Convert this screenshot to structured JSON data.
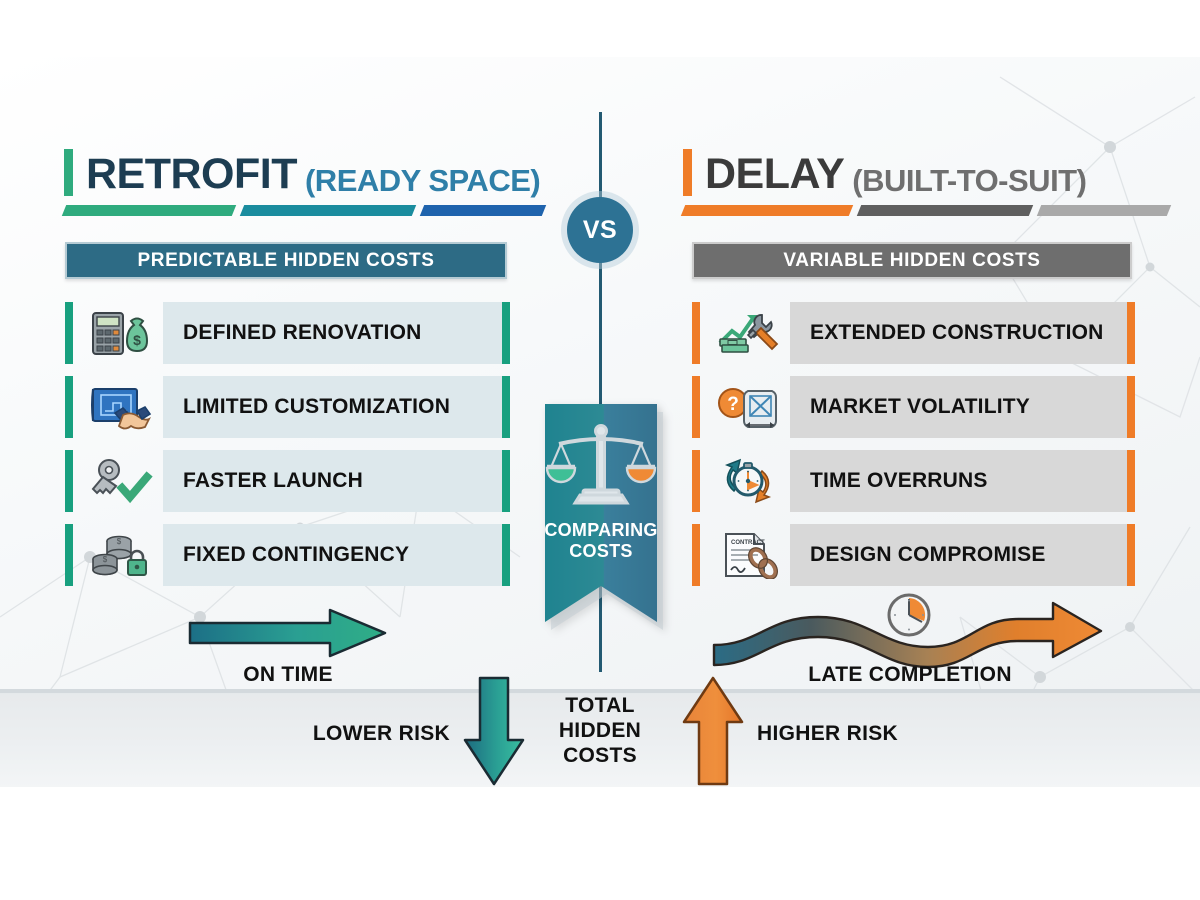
{
  "center": {
    "vs_label": "VS",
    "ribbon_line1": "COMPARING",
    "ribbon_line2": "COSTS",
    "total_line1": "TOTAL",
    "total_line2": "HIDDEN",
    "total_line3": "COSTS"
  },
  "left": {
    "title_main": "RETROFIT",
    "title_sub": "(READY SPACE)",
    "section_label": "PREDICTABLE HIDDEN COSTS",
    "items": [
      {
        "label": "DEFINED RENOVATION",
        "icon": "calculator-money-bag-icon"
      },
      {
        "label": "LIMITED CUSTOMIZATION",
        "icon": "blueprint-handshake-icon"
      },
      {
        "label": "FASTER LAUNCH",
        "icon": "key-checkmark-icon"
      },
      {
        "label": "FIXED CONTINGENCY",
        "icon": "coins-lock-icon"
      }
    ],
    "timeline_caption": "ON TIME",
    "risk_caption": "LOWER RISK",
    "accent": "#18a07f",
    "bar_color": "#2d6b85"
  },
  "right": {
    "title_main": "DELAY",
    "title_sub": "(BUILT-TO-SUIT)",
    "section_label": "VARIABLE HIDDEN COSTS",
    "items": [
      {
        "label": "EXTENDED CONSTRUCTION",
        "icon": "money-growth-tools-icon"
      },
      {
        "label": "MARKET VOLATILITY",
        "icon": "question-blueprint-icon"
      },
      {
        "label": "TIME OVERRUNS",
        "icon": "stopwatch-arrows-icon"
      },
      {
        "label": "DESIGN COMPROMISE",
        "icon": "contract-chain-icon"
      }
    ],
    "timeline_caption": "LATE COMPLETION",
    "risk_caption": "HIGHER RISK",
    "accent": "#ef7c28",
    "bar_color": "#6e6e6e"
  }
}
